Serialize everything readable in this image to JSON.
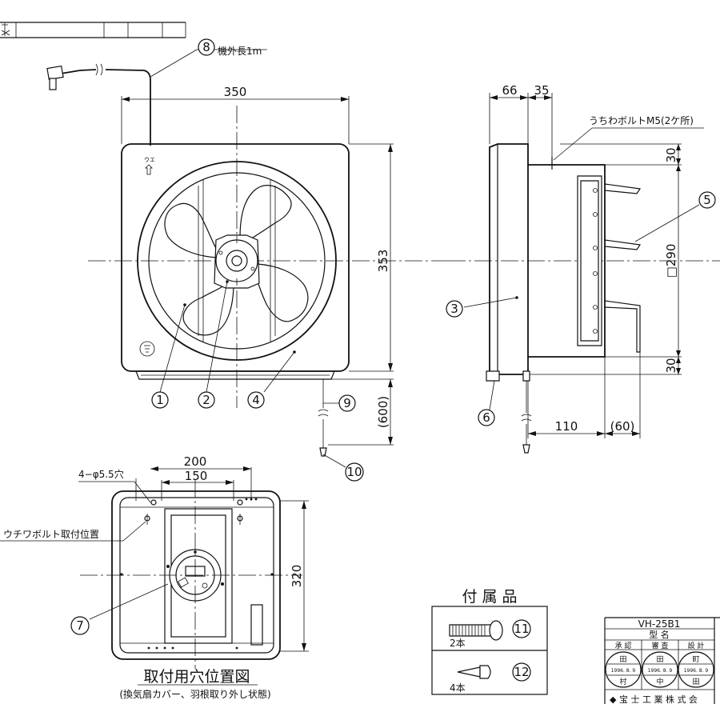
{
  "dimensions": {
    "width_350": "350",
    "height_353": "353",
    "side_66": "66",
    "side_35": "35",
    "side_30_top": "30",
    "side_290": "□290",
    "side_30_bottom": "30",
    "side_110": "110",
    "side_60": "(60)",
    "cord_600": "(600)",
    "hole_200": "200",
    "hole_150": "150",
    "hole_320": "320"
  },
  "labels": {
    "cord_length": "機外長1m",
    "wing_bolt": "うちわボルトM5(2ケ所)",
    "hole_spec": "4−φ5.5穴",
    "wing_bolt_pos": "ウチワボルト取付位置",
    "mount_title": "取付用穴位置図",
    "mount_subtitle": "(換気扇カバー、羽根取り外し状態)"
  },
  "callouts": [
    "1",
    "2",
    "3",
    "4",
    "5",
    "6",
    "7",
    "8",
    "9",
    "10",
    "11",
    "12"
  ],
  "accessories": {
    "title": "付 属 品",
    "bolt_qty": "2本",
    "screw_qty": "4本"
  },
  "title_block": {
    "model": "VH-25B1",
    "name_header": "型 名",
    "roles": [
      "承 認",
      "審 査",
      "設 計"
    ],
    "stamps": [
      "田",
      "田",
      "町"
    ],
    "stamps_bottom": [
      "村",
      "中",
      "田"
    ],
    "dates": [
      "1996. 8. 9",
      "1996. 8. 9",
      "1996. 8. 9"
    ],
    "company_partial": "◆ 宝 士 工 業 株 式 会"
  }
}
